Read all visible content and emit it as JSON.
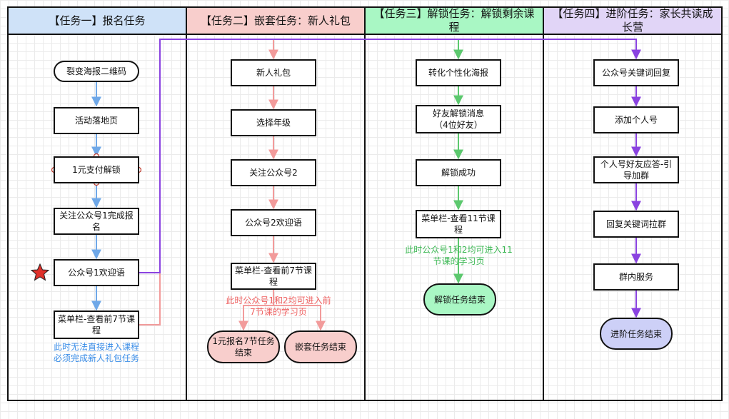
{
  "colors": {
    "blue": "#6fa8e8",
    "red": "#f29b9b",
    "green": "#5cc86e",
    "purple": "#8a43e0",
    "lane1_header": "#cfe2f8",
    "lane2_header": "#f8cecc",
    "lane3_header": "#a9f7c4",
    "lane4_header": "#e1d5f7"
  },
  "lanes": [
    {
      "title": "【任务一】报名任务",
      "nodes": [
        "裂变海报二维码",
        "活动落地页",
        "1元支付解锁",
        "关注公众号1完成报名",
        "公众号1欢迎语",
        "菜单栏-查看前7节课程"
      ],
      "note": "此时无法直接进入课程\n必须完成新人礼包任务"
    },
    {
      "title": "【任务二】嵌套任务：新人礼包",
      "nodes": [
        "新人礼包",
        "选择年级",
        "关注公众号2",
        "公众号2欢迎语",
        "菜单栏-查看前7节课程",
        "1元报名7节任务结束",
        "嵌套任务结束"
      ],
      "note": "此时公众号1和2均可进入前\n7节课的学习页"
    },
    {
      "title": "【任务三】解锁任务：解锁剩余课程",
      "nodes": [
        "转化个性化海报",
        "好友解锁消息\n（4位好友）",
        "解锁成功",
        "菜单栏-查看11节课程",
        "解锁任务结束"
      ],
      "note": "此时公众号1和2均可进入11\n节课的学习页"
    },
    {
      "title": "【任务四】进阶任务：家长共读成长营",
      "nodes": [
        "公众号关键词回复",
        "添加个人号",
        "个人号好友应答-引导加群",
        "回复关键词拉群",
        "群内服务",
        "进阶任务结束"
      ]
    }
  ]
}
